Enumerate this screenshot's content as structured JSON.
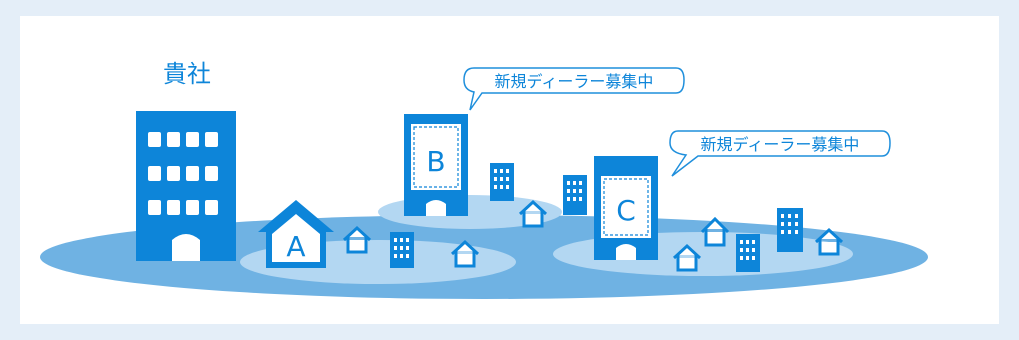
{
  "company_label": "貴社",
  "callouts": [
    {
      "text": "新規ディーラー募集中"
    },
    {
      "text": "新規ディーラー募集中"
    }
  ],
  "dealers": [
    {
      "letter": "A"
    },
    {
      "letter": "B"
    },
    {
      "letter": "C"
    }
  ],
  "colors": {
    "background": "#e4eef8",
    "panel": "#ffffff",
    "ground": "#6fb2e3",
    "ground_patch": "#b3d7f2",
    "building": "#0d85d9",
    "callout_stroke": "#1f8fdc"
  }
}
